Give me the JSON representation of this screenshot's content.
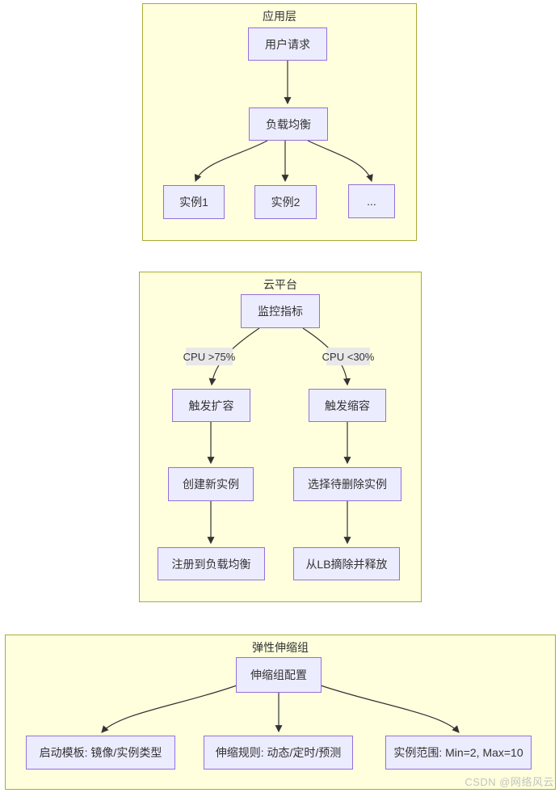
{
  "diagram": {
    "groups": [
      {
        "title": "应用层",
        "nodes": [
          {
            "label": "用户请求"
          },
          {
            "label": "负载均衡"
          },
          {
            "label": "实例1"
          },
          {
            "label": "实例2"
          },
          {
            "label": "..."
          }
        ]
      },
      {
        "title": "云平台",
        "nodes": [
          {
            "label": "监控指标"
          },
          {
            "label": "触发扩容"
          },
          {
            "label": "触发缩容"
          },
          {
            "label": "创建新实例"
          },
          {
            "label": "选择待删除实例"
          },
          {
            "label": "注册到负载均衡"
          },
          {
            "label": "从LB摘除并释放"
          }
        ],
        "edge_labels": [
          {
            "label": "CPU >75%"
          },
          {
            "label": "CPU <30%"
          }
        ]
      },
      {
        "title": "弹性伸缩组",
        "nodes": [
          {
            "label": "伸缩组配置"
          },
          {
            "label": "启动模板: 镜像/实例类型"
          },
          {
            "label": "伸缩规则: 动态/定时/预测"
          },
          {
            "label": "实例范围: Min=2, Max=10"
          }
        ]
      }
    ],
    "colors": {
      "node_fill": "#ECECFF",
      "node_border": "#9370DB",
      "group_fill": "#FFFFDE",
      "group_border": "#AAAA33",
      "edge": "#333333",
      "edge_label_bg": "#E8E8E8"
    }
  },
  "watermark": {
    "text": "CSDN @网络风云"
  }
}
